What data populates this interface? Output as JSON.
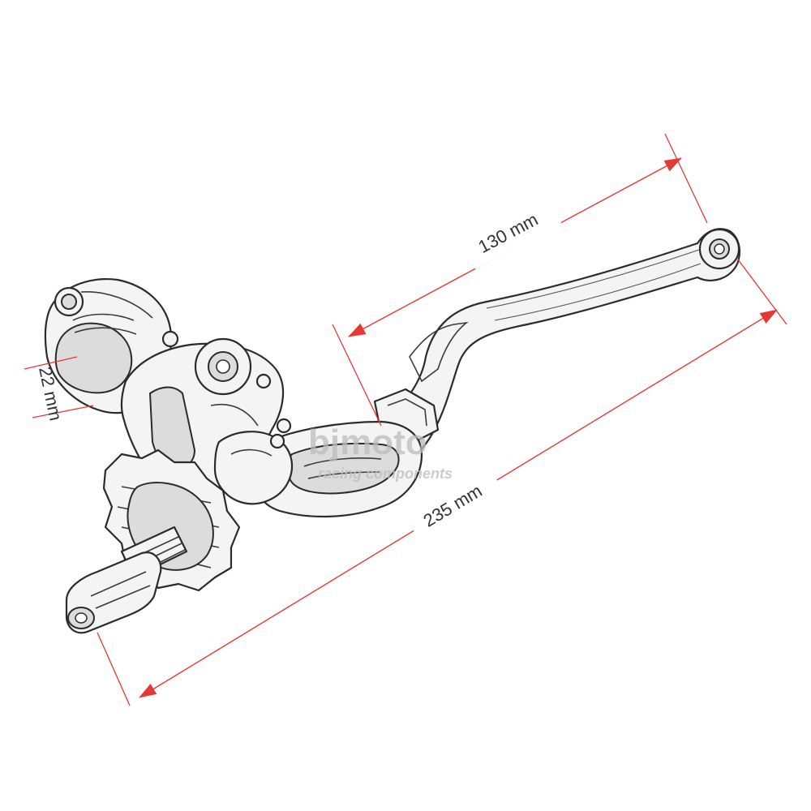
{
  "dimensions": {
    "lever_length": "130 mm",
    "overall_length": "235 mm",
    "clamp_diameter": "22 mm"
  },
  "watermark": {
    "brand": "bjmoto",
    "tagline": "racing components"
  },
  "colors": {
    "dimension_line": "#e53935",
    "outline": "#2b2b2b",
    "watermark": "#bdbdbd"
  }
}
